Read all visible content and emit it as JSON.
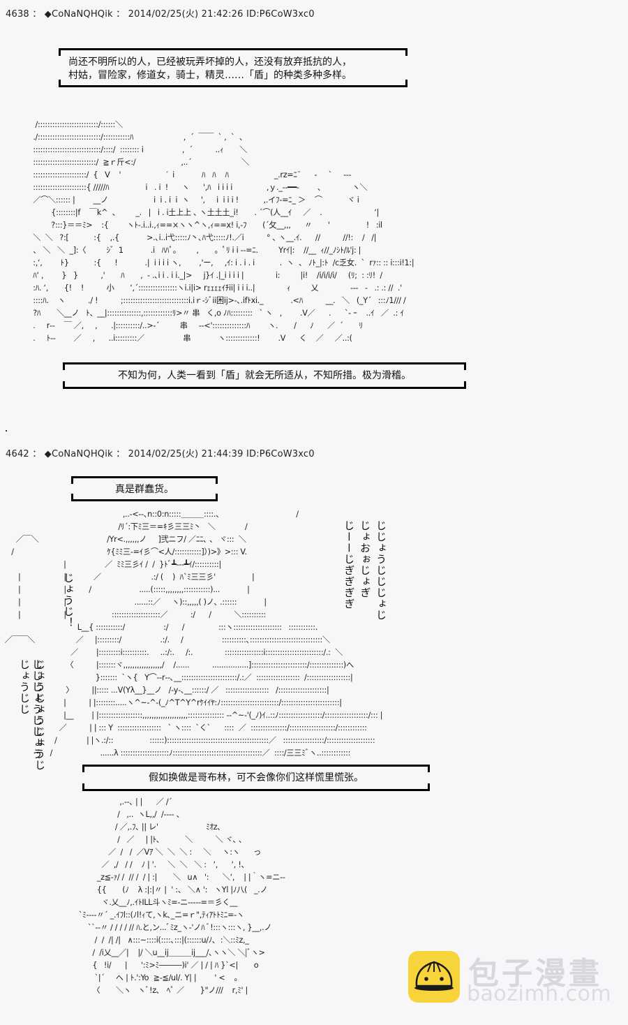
{
  "posts": [
    {
      "header": "4638 ： ◆CoNaNQHQik ： 2014/02/25(火) 21:42:26 ID:P6CoW3xc0",
      "number": "4638",
      "trip": "◆CoNaNQHQik",
      "date": "2014/02/25(火)",
      "time": "21:42:26",
      "id": "ID:P6CoW3xc0",
      "captions": [
        {
          "lines": [
            "尚还不明所以的人，已经被玩弄坏掉的人，还没有放弃抵抗的人，",
            "村姑，冒险家，修道女，骑士，精灵……「盾」的种类多种多样。"
          ]
        },
        {
          "lines": [
            "不知为何，人类一看到「盾」就会无所适从，不知所措。极为滑稽。"
          ]
        }
      ],
      "ascii_art": [
        "  /:::::::::::::::::::::::::/::::::＼",
        " ./::::::::::::::::::::::::::/:::::::::::ﾊ                      ,  ´  ￣￣  ` ,  `  、",
        " ::::::::::::::::::::::::::::/::::/  :::::::: i                 ,  ´          ..ｨ       ＼",
        " ::::::::::::::::::::::::::/  ≧ｒ斤<:/                    ,..´                      ＼",
        " ::::::::::::::::::::::/  {   V    '                    ′  i            ﾊ   ﾊ    ﾊ                    _.rz=ﾆ¨      ‐     `     ---",
        " ::::::::::::::::::::::{ /////ﾊ                i   . i  !      ヽ      ',ﾊ   i i i i               ,ｙ._‐‐━━‐        、            ヽ＼",
        " ／⌒＼:::::: |        __ノ                    i  i . i  i  ヽ     ',     i  i i i !           ,.イﾌ‐=ﾆ_ ＞    ⌒           ヾ i",
        "         {::::::::|f    ￣k^  、       _.   |   i . i土上上 ､ ヽ土土土_i!       . ´⌒(人__ｲ     ／    .                       ‘|",
        "         ?:::}＝＝ﾐ>    :{        ヽﾄ‐.i..i.,ｨ==×ヽヽ^ヽ,ｨ==x! i,-ﾌ       (´攵__,,,      〃       '                !   :il",
        " ＼  ＼   ?:[           :{    ,.{            >.､i..i弋:::::ﾉ丶､ﾊ弋:::::ﾉ!.／i          ° ､ ヽ__.ｲ.      //          //!:    /   /|",
        " 、 ＼   ＼  _]:〈         ｼﾞ  1            .i   ﾊﾊﾟ。       ,       。ﾟﾘ i i ‐‐=ﾆ.         Yrｲ|:    //__  ｨ//_ﾉｼﾄ/ﾙ'j: |",
        " :,‘,        ﾄ}           :{      !            .|  i i i i ヽ,        ,'ー,     ,ｲ: i . i . i           .  ヽ  、 ﾉﾄ_|:ﾄ  /c乏女.  `  rｧ:: :: i:::i!1:|",
        " ﾊ‘ ,        }   }          ,'       ﾊ       ,  ‐ .､i i . i i._|>     j}ｲ .|_i i i i |              i:         |i!    /i/i/i/i/     (ﾘ;  : :ﾘ!  /",
        " :ﾊ. ‘,       {!    !          小       ‘,´::::::::::::::::ヽi.i|i> rｪｪｪｪｲﾁii| i i i..|              ｨ         乂              ‐‐‐   ‐   .: .: //  .'",
        " ::::ﾊ.    ヽ          ./ !          ;:::::::::::::::::::::::::::i.iｒ‐ｼﾞii困ij>‐､.ifﾄxi._            .<ﾊ          __.   ＼   (_Y´   :::ﾉ1/// /",
        " ?ﾊ       ＼__ノ   ﾄ、__|::::::::::::::,::::::::::::ﾘ>〃 串   く,o ﾉﾊ:::::::::   ` ヽ   ,        .V／      .      `‐ ｰ    ..ｲ   ／  .: ｲ",
        " .     r‐‐    ￣ ／,     ,      .|::::::::::/..>‐´         串     ‐‐<'::::::::::::::ﾊ        ヽ.       /      ﾉ      ／  ´       ﾘ",
        " .     ﾄ‐‐        ／     ,      ..i:::::::::／                 串            ヽ:::::::::::::!        .V      く    ／     ／..:("
      ]
    },
    {
      "header": "4642 ： ◆CoNaNQHQik ： 2014/02/25(火) 21:44:39 ID:P6CoW3xc0",
      "number": "4642",
      "trip": "◆CoNaNQHQik",
      "date": "2014/02/25(火)",
      "time": "21:44:39",
      "id": "ID:P6CoW3xc0",
      "captions": [
        {
          "lines": [
            "真是群蠢货。"
          ]
        },
        {
          "lines": [
            "假如换做是哥布林，可不会像你们这样慌里慌张。"
          ]
        }
      ],
      "ascii_art": [
        "                                                      ,..‐<‐‐､n::0:n:::::＿＿＿::::.、                                /",
        "                                                    /ﾘ´:下ﾐ三＝=ｷ彡三三ﾐ丶   ＼             /",
        "       ／￣＼                              /Yr<.,,,,,,ノ     ]弐ニフ/ ／ﾆﾆ､ 、 ヾ:::  ＼",
        "     /                                         ｹ{ﾐﾐ三‐=ｲ彡⌒<人/:::::::::::]）)>》>::: V.",
        "                            |                 ／  ﾐﾐ三彡ｲ /  /  }ﾄﾞ┻‐‐‐┻ｲ/::::::::::|",
        "        |                   |            ／                      .:/ (    )  ﾊ`ﾐ三三彡'                |",
        "        |                   |          /                     .....(:::::,,,,,,,,:::::::::::)...            |",
        "        |                   |                              ......::／     ヽ)::,,,,,( )ノ､ .::::::            |",
        "        |                   |                    ::::::::::::::::::::／          :/      /          ＼::::::::::",
        "                                  L__{ :::::::::::/                 :/      /               :::ヽ::::::::::::::::::::   :::::::::::.",
        "  ／￣￣＼                  ／     |:::::::::/                 .:/.     /                 ::::::::::､::::::::::::::::::::::::::::::＼",
        "                               ／        |:::::::::i::::::::::.     ..:/:.     /:.              ::::::::::::::::i::::::::::::::::::::::::/.:  ＼",
        "                             〈          |:::::::ヾ,,,,,,,,,,,,,,,,,/    /......          ................]:::::::::::::::::::::::/::::::::::::::)へ",
        "                                          }:::::::  `ヽ{   Y⌒‐‐r‐‐､__:::::::::::::::::::::::/.:／  ::::::::::::::::::  /::::::::::::::::::|",
        "                             〉        ||::::: ...V(Yλ__}__ノ   /‐y‐､__::::::/ ／   ::::::::::::::::::   /::::::::::::::::::::|",
        "                            |          | |::::::::.....ヽ^~‐^‐(_ﾉ^T^Y^rｹｲｲﾔ:ﾉ::::::::::::::::::::::::/::::::::::::::::::::::::|",
        "                            |__        | |::::::::::::::::::,,,,,,,,,,,,,,,,,,,,::::::::::::::: ‐‐^~‐'(_ﾉ)ｲ..::ﾉ::::::::::::::::::/::::::::::::::::::/::: |",
        "                          ／          | | ::: Y  ::::::::::::::::::   ` ヽ::::  `く`      ::::  ／  :::::::::::::::/:::::::::::::::::::/::::::::::::",
        "                        /             | |ヽ.:/::                ::::::)::::::::::::::::::::::::::::::::::::::::::／   :::::::::::::::::/::::::::::::::::::::",
        "                      /                     ......λ ::::::::::::::::::::ﾉ:::::::::::::::::::::::::::::::::::::／  ::::/三三ﾐﾞヽ..::::::::::::"
      ],
      "vertical_texts": [
        "じょうじ！",
        "じじじょうじじょうじょうじじ",
        "じょうじょうじょうじ",
        "じーーじぎぎぎぎ",
        "じょおぉじょぎ",
        "じじょうじじじょじ"
      ],
      "ascii_art_2": [
        "                         ,.‐‐､ | |      ／ /´",
        "                        /   ,..  ヽL,,/  /‐‐‐‐ 、",
        "                       / ／,.ﾌ､ || レ'                     ﾐｵz､",
        "                        /   ／     | |ﾄ､           ＼          ＼ ヾ､ ､",
        "                    ／  /   /  ／Vｱ ＼  ＼  ＼ :     ＼     ヽ:ヽ      っ",
        "                 ／  ,/   / /    ﾉ | '.     ＼  ＼   ＼ :   ‘,      ‘, !、",
        "               _z≦‐ｧ/ /  // /  / | :|       ＼   u∧   ':      ＼‘,    | |｀ヽ=ニ‐‐",
        "               {{       (ﾉ    λ :|:|〃 |  ' :、 ＼∧ ':   ヽYl |ﾉ八(   _.ノ",
        "                 ヾ.乂__ﾉ,.ｲﾄILL斗ヽﾐ=‐ニ‐‐‐‐‐=＝彡く__",
        "       `ﾐ‐‐‐‐〃´ _.ｲﾌl::(ﾉl!ｨて,ヽk､_ニ=ｒ\",ﾃｨｱﾄﾄﾐﾆ=‐ヽ",
        "           ``‐‐〃 / / / / // ﾊ.と,ン...ﾞﾐz_ヽ‐'ノﾊ ﾞ!:::ヽ:::ヽ, }__,.ノ",
        "              /  /  /| /|   ∧:::~::::i(::::､:::|(::::::u/ﾉ､  :＼::ﾐz,_",
        "             /  /i乂__／|    |/ ＼u__ij＿＿＿ij___/､ヽヽ＼ ＼|ﾞヽ>",
        "             {   !i/      |      ':ﾐ>ﾐ―――)i' ／ | / | ﾊ }`<|       o",
        "              `|´     へ | ﾄ.':Yo  ≧‐≦/ul/. Y| |        ' <    。",
        "             〈       ＼ヽ   ヽﾞ!z､   ﾍﾟ ／       }\"ノ///    r,ﾐ' |"
      ]
    }
  ],
  "watermark": {
    "brand": "包子漫畫",
    "url": "baozimh.com",
    "icon": "bun-mascot-icon",
    "icon_color": "#f7d53a"
  }
}
